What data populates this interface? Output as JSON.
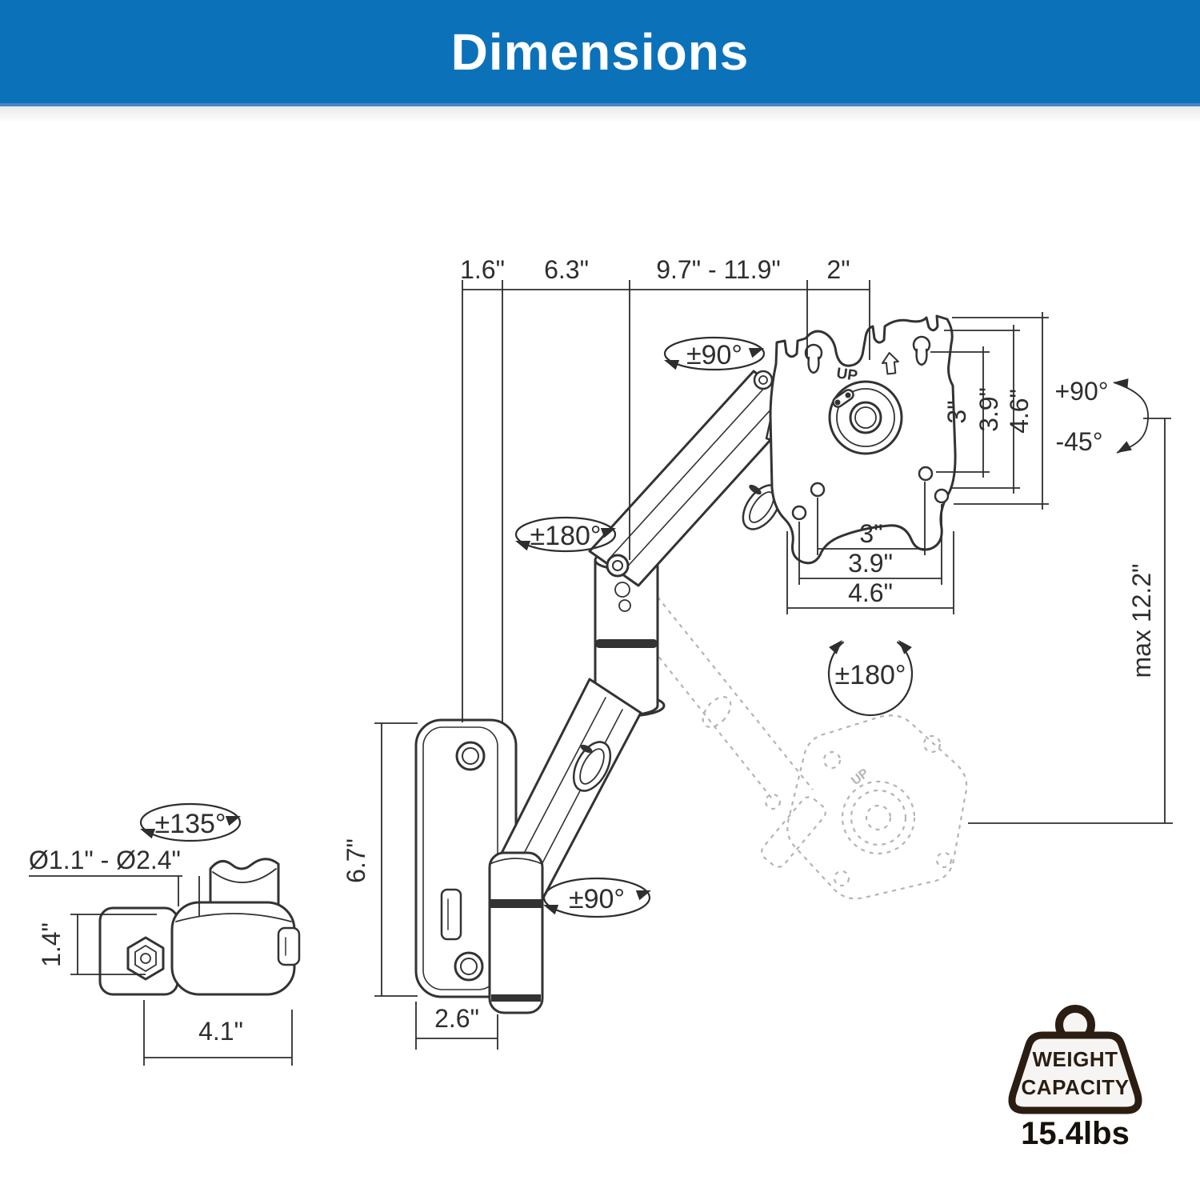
{
  "header": {
    "title": "Dimensions"
  },
  "top_dimensions": {
    "seg1": "1.6\"",
    "seg2": "6.3\"",
    "seg3": "9.7\" - 11.9\"",
    "seg4": "2\""
  },
  "rotations": {
    "vesa_swivel": "±90°",
    "elbow_rotation": "±180°",
    "wall_swivel": "±90°",
    "clamp_rotation": "±135°",
    "plate_rotation": "±180°"
  },
  "tilt": {
    "up": "+90°",
    "down": "-45°"
  },
  "vesa_plate": {
    "up_marking": "UP",
    "ghost_up_marking": "UP",
    "vertical_dims": {
      "inner": "3\"",
      "middle": "3.9\"",
      "outer": "4.6\""
    },
    "horizontal_dims": {
      "inner": "3\"",
      "middle": "3.9\"",
      "outer": "4.6\""
    }
  },
  "height_adjustment": {
    "max": "max 12.2\""
  },
  "wall_plate_dims": {
    "height": "6.7\"",
    "width": "2.6\""
  },
  "pole_clamp_dims": {
    "diameter_range": "Ø1.1\" - Ø2.4\"",
    "height": "1.4\"",
    "width": "4.1\""
  },
  "weight_capacity": {
    "label_line1": "WEIGHT",
    "label_line2": "CAPACITY",
    "value": "15.4lbs"
  },
  "colors": {
    "banner_blue": "#0b72ba",
    "line_dark": "#333333",
    "ghost_gray": "#b4b4b4",
    "badge_dark": "#2b1d12"
  }
}
